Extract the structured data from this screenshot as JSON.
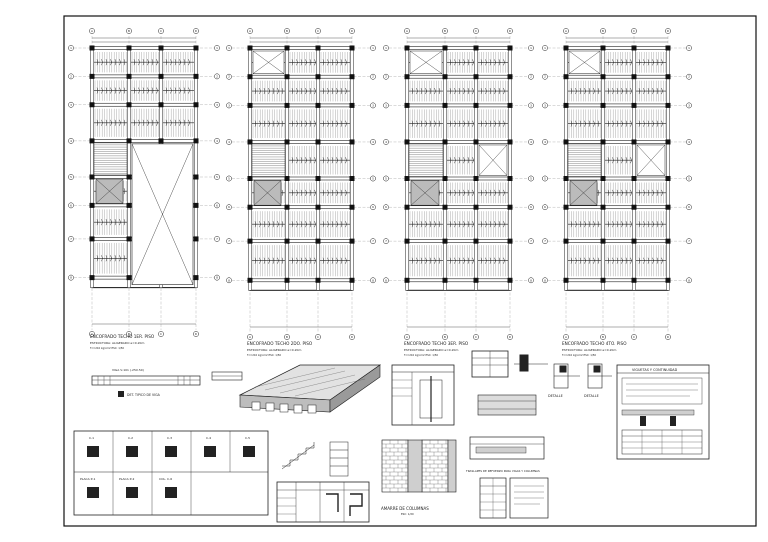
{
  "sheet": {
    "plans": [
      {
        "title": "ENCOFRADO TECHO 1ER. PISO",
        "subtitle": "ESTRUCTURA: ALIGERADO e=0.20m",
        "note": "f'c=210 kg/cm2   ESC: 1/50"
      },
      {
        "title": "ENCOFRADO TECHO 2DO. PISO",
        "subtitle": "ESTRUCTURA: ALIGERADO e=0.20m",
        "note": "f'c=210 kg/cm2   ESC: 1/50"
      },
      {
        "title": "ENCOFRADO TECHO 3ER. PISO",
        "subtitle": "ESTRUCTURA: ALIGERADO e=0.20m",
        "note": "f'c=210 kg/cm2   ESC: 1/50"
      },
      {
        "title": "ENCOFRADO TECHO 4TO. PISO",
        "subtitle": "ESTRUCTURA: ALIGERADO e=0.20m",
        "note": "f'c=210 kg/cm2   ESC: 1/50"
      }
    ],
    "grid_letters": [
      "A",
      "B",
      "C",
      "D"
    ],
    "grid_numbers": [
      "1",
      "2",
      "3",
      "4",
      "5",
      "6",
      "7",
      "8"
    ],
    "details": {
      "beam_title": "VIGA V-101 (.25X.50)",
      "beam_label": "DET. TIPICO DE VIGA",
      "column_sections": [
        "C-1",
        "C-2",
        "C-3",
        "C-4",
        "C-5"
      ],
      "column_sections_row2": [
        "PLACA P-1",
        "PLACA P-2",
        "COL. C-6"
      ],
      "detalle_a": "DETALLE",
      "detalle_b": "DETALLE",
      "viguetas": "VIGUETAS Y CONTINUIDAD",
      "amarre": "AMARRE DE COLUMNAS",
      "amarre_scale": "ESC: 1/20",
      "caption_right": "TRASLAPES DE REFUERZO PARA VIGAS Y COLUMNAS"
    }
  }
}
